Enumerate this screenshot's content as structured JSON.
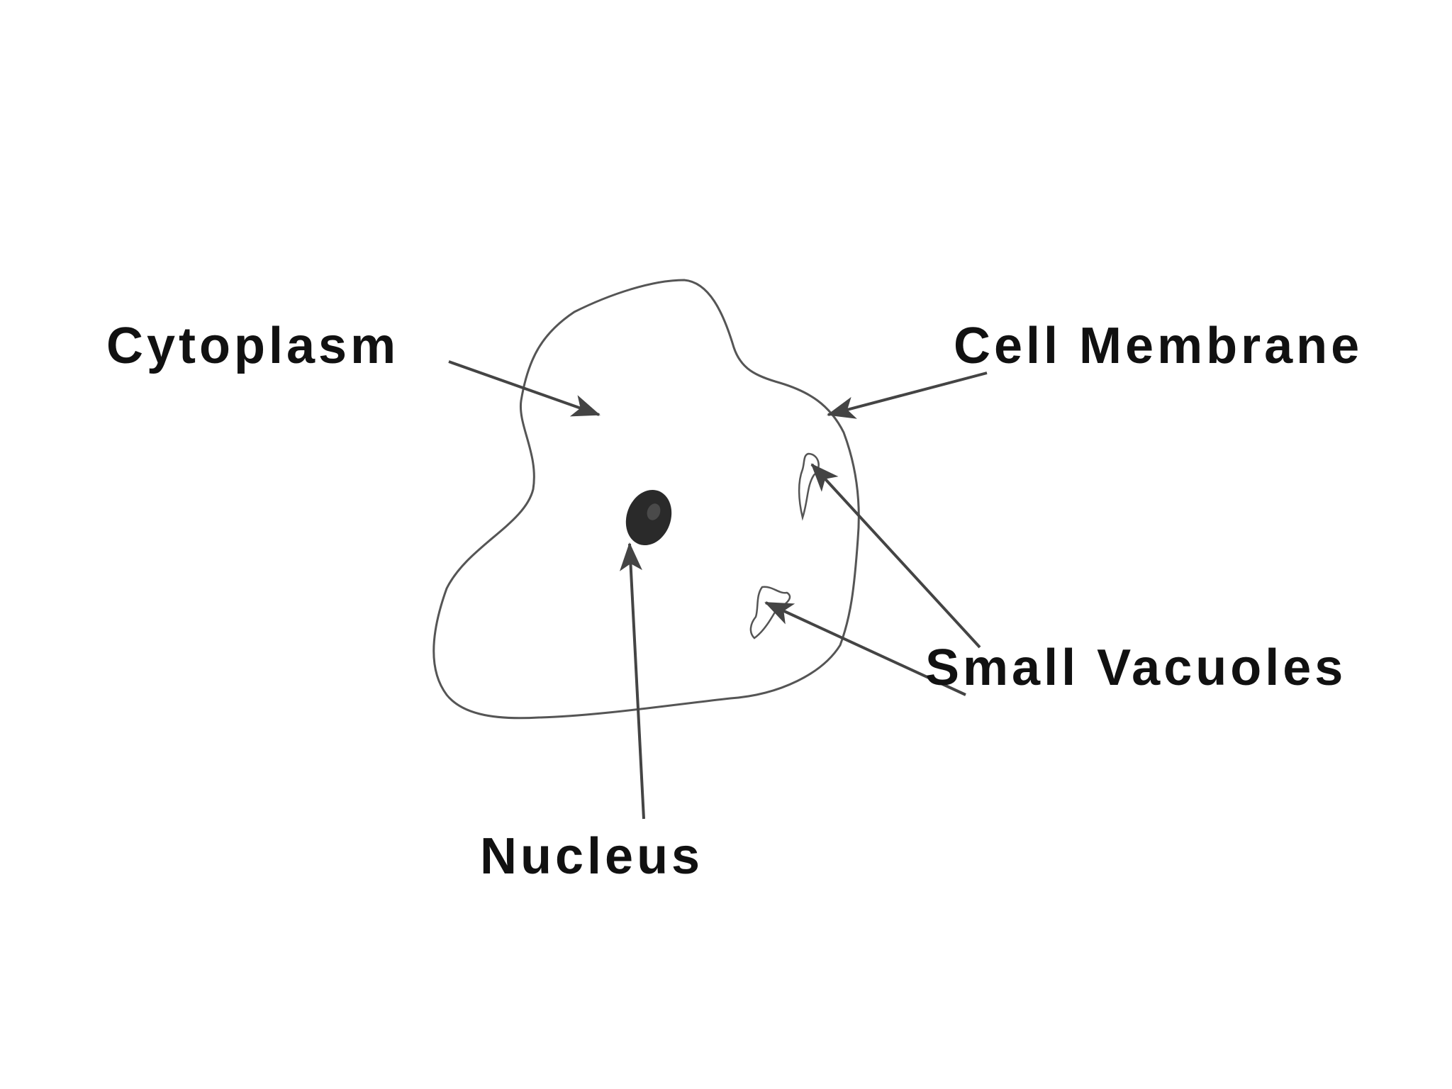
{
  "diagram": {
    "labels": {
      "cytoplasm": "Cytoplasm",
      "cell_membrane": "Cell Membrane",
      "small_vacuoles": "Small Vacuoles",
      "nucleus": "Nucleus"
    },
    "colors": {
      "background": "#ffffff",
      "text": "#111111",
      "outline": "#555555",
      "arrow": "#444444",
      "nucleus": "#2a2a2a"
    }
  }
}
